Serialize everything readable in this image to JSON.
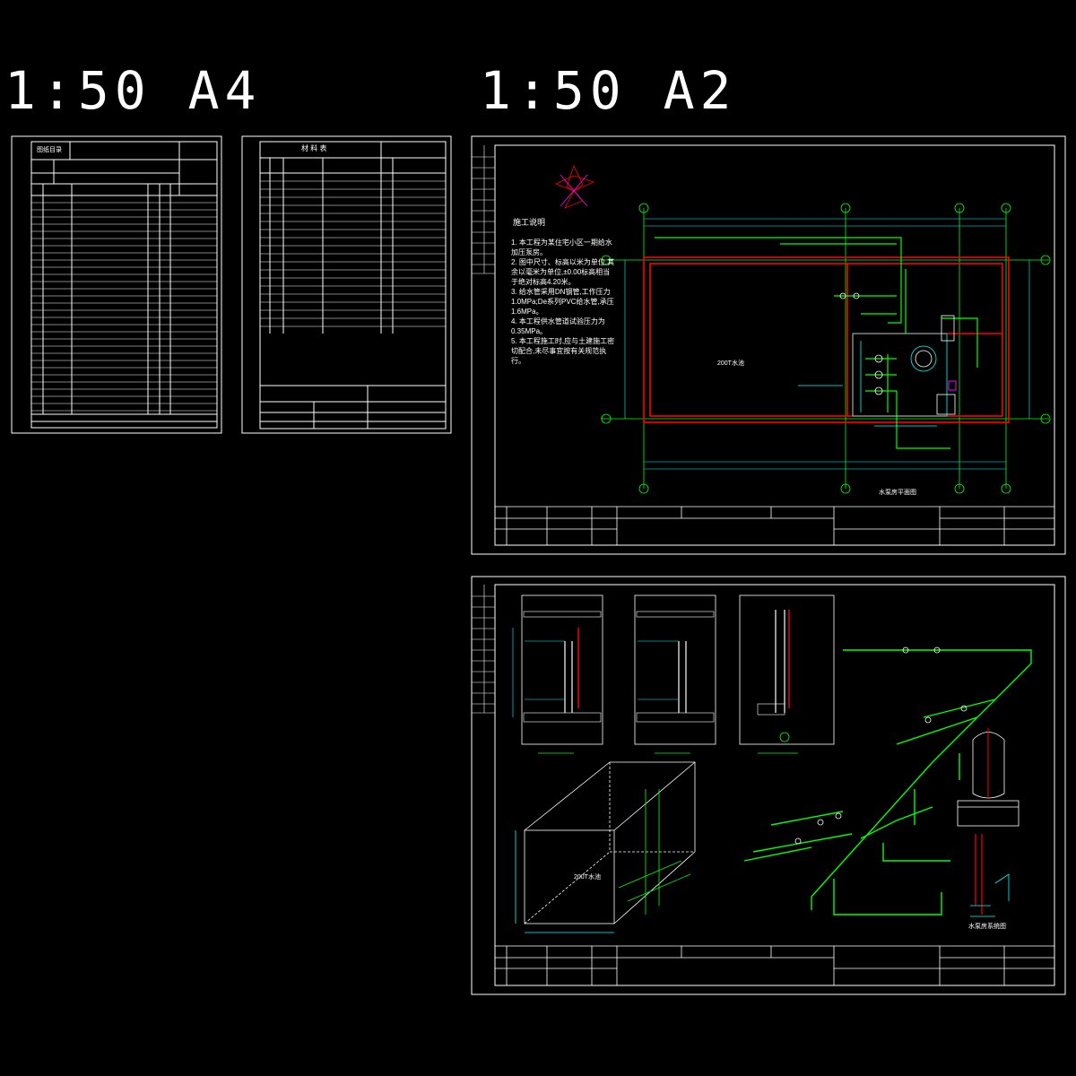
{
  "header": {
    "scale_a4": "1:50 A4",
    "scale_a2": "1:50  A2"
  },
  "sheets": {
    "list_title": "图纸目录",
    "material_title": "材 料 表",
    "plan_heading": "施工说明",
    "plan_caption": "水泵房平面图",
    "iso_caption": "水泵房系统图",
    "tank_label": "200T水池",
    "tank_label_3d": "200T水池"
  },
  "notes": [
    "1. 本工程为某住宅小区一期给水加压泵房。",
    "2. 图中尺寸、标高以米为单位,其余以毫米为单位,±0.00标高相当于绝对标高4.20米。",
    "3. 给水管采用DN钢管,工作压力1.0MPa;De系列PVC给水管,承压1.6MPa。",
    "4. 本工程供水管道试验压力为0.35MPa。",
    "5. 本工程施工时,应与土建施工密切配合,未尽事宜按有关规范执行。"
  ],
  "colors": {
    "frame": "#ffffff",
    "pipe": "#00ff00",
    "wall": "#ff0000",
    "dimension": "#00ffff",
    "axis": "#00ff00",
    "valve": "#ffffff",
    "accent": "#ff00ff",
    "compass": "#ff0000"
  }
}
